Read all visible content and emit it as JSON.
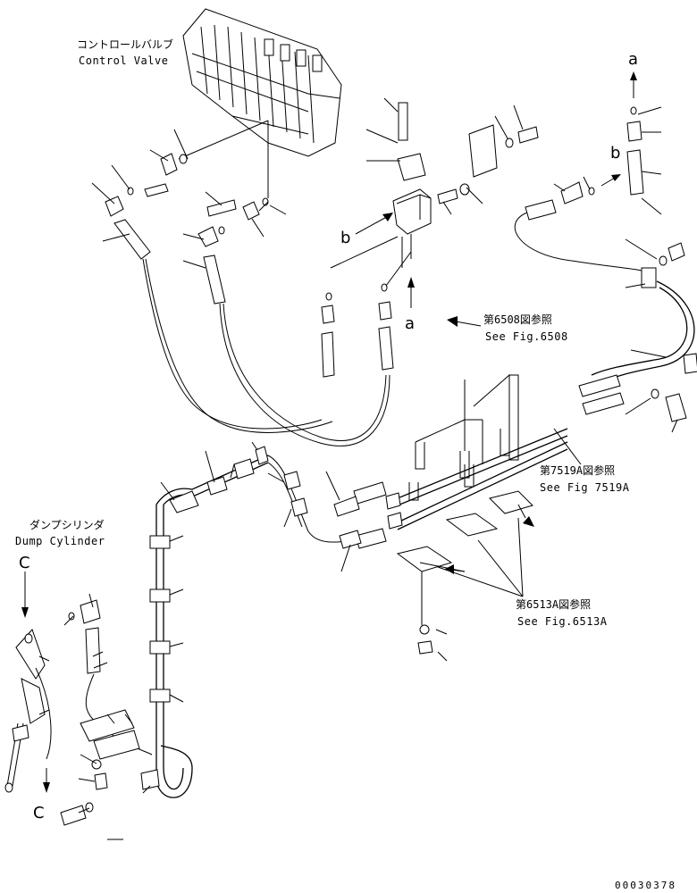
{
  "labels": {
    "control_valve_jp": "コントロールバルブ",
    "control_valve_en": "Control Valve",
    "dump_cylinder_jp": "ダンプシリンダ",
    "dump_cylinder_en": "Dump Cylinder",
    "ref_6508_jp": "第6508図参照",
    "ref_6508_en": "See Fig.6508",
    "ref_7519A_jp": "第7519A図参照",
    "ref_7519A_en": "See Fig 7519A",
    "ref_6513A_jp": "第6513A図参照",
    "ref_6513A_en": "See Fig.6513A"
  },
  "markers": {
    "a_top": "a",
    "b_right": "b",
    "b_left": "b",
    "a_mid": "a",
    "c_top": "C",
    "c_bottom": "C"
  },
  "document_number": "00030378"
}
